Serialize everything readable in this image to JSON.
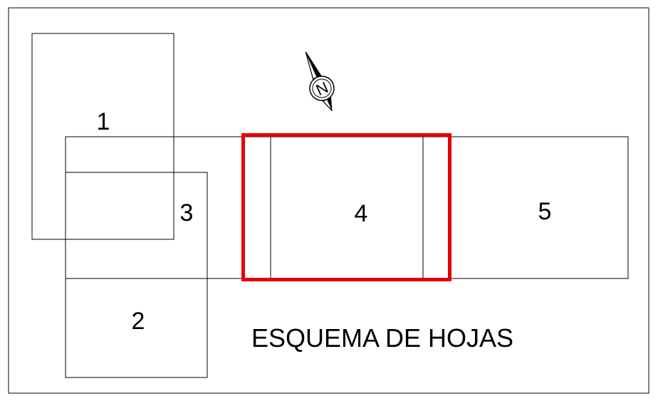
{
  "title": "ESQUEMA DE HOJAS",
  "compass": {
    "letter": "N",
    "icon": "north-arrow-icon"
  },
  "sheets": [
    {
      "id": "1",
      "label": "1",
      "selected": false
    },
    {
      "id": "2",
      "label": "2",
      "selected": false
    },
    {
      "id": "3",
      "label": "3",
      "selected": false
    },
    {
      "id": "4",
      "label": "4",
      "selected": true
    },
    {
      "id": "5",
      "label": "5",
      "selected": false
    }
  ],
  "colors": {
    "line": "#000000",
    "highlight": "#e50000",
    "background": "#ffffff"
  }
}
